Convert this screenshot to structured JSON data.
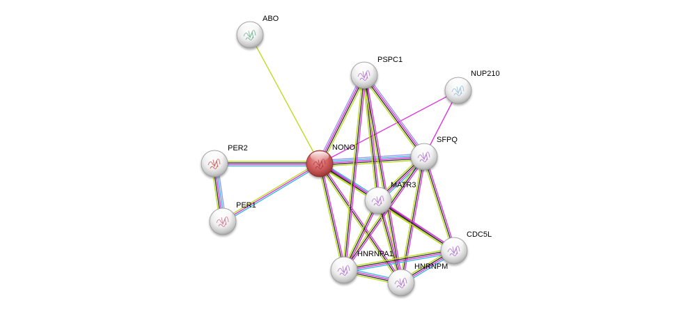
{
  "title": "Protein interaction network",
  "center_node": "NONO",
  "edge_colors": {
    "lightblue": "#9999ff",
    "cyan": "#33bbdd",
    "magenta": "#dd33dd",
    "black": "#333333",
    "yellowgreen": "#bbdd22"
  },
  "nodes": [
    {
      "id": "ABO",
      "label": "ABO",
      "color": "#ffffff",
      "glyph": "#66aa88",
      "query": false
    },
    {
      "id": "PSPC1",
      "label": "PSPC1",
      "color": "#ffffff",
      "glyph": "#aa66cc",
      "query": false
    },
    {
      "id": "NUP210",
      "label": "NUP210",
      "color": "#ffffff",
      "glyph": "#88bbdd",
      "query": false
    },
    {
      "id": "NONO",
      "label": "NONO",
      "color": "#cc4444",
      "glyph": "#aa3344",
      "query": true
    },
    {
      "id": "SFPQ",
      "label": "SFPQ",
      "color": "#ffffff",
      "glyph": "#aa66cc",
      "query": false
    },
    {
      "id": "PER2",
      "label": "PER2",
      "color": "#ffffff",
      "glyph": "#cc4444",
      "query": false
    },
    {
      "id": "PER1",
      "label": "PER1",
      "color": "#ffffff",
      "glyph": "#cc6688",
      "query": false
    },
    {
      "id": "MATR3",
      "label": "MATR3",
      "color": "#ffffff",
      "glyph": "#aa66cc",
      "query": false
    },
    {
      "id": "CDC5L",
      "label": "CDC5L",
      "color": "#ffffff",
      "glyph": "#aa66cc",
      "query": false
    },
    {
      "id": "HNRNPA1",
      "label": "HNRNPA1",
      "color": "#ffffff",
      "glyph": "#aa66cc",
      "query": false
    },
    {
      "id": "HNRNPM",
      "label": "HNRNPM",
      "color": "#ffffff",
      "glyph": "#aa66cc",
      "query": false
    }
  ],
  "edges": [
    {
      "source": "ABO",
      "target": "NONO",
      "evidence": [
        "yellowgreen"
      ]
    },
    {
      "source": "NONO",
      "target": "NUP210",
      "evidence": [
        "magenta"
      ]
    },
    {
      "source": "SFPQ",
      "target": "NUP210",
      "evidence": [
        "magenta"
      ]
    },
    {
      "source": "NONO",
      "target": "PSPC1",
      "evidence": [
        "lightblue",
        "magenta",
        "black",
        "yellowgreen"
      ]
    },
    {
      "source": "NONO",
      "target": "SFPQ",
      "evidence": [
        "lightblue",
        "cyan",
        "magenta",
        "black",
        "yellowgreen"
      ]
    },
    {
      "source": "NONO",
      "target": "PER2",
      "evidence": [
        "cyan",
        "magenta",
        "black",
        "yellowgreen"
      ]
    },
    {
      "source": "NONO",
      "target": "PER1",
      "evidence": [
        "cyan",
        "magenta",
        "yellowgreen"
      ]
    },
    {
      "source": "PER2",
      "target": "PER1",
      "evidence": [
        "lightblue",
        "cyan",
        "magenta",
        "black",
        "yellowgreen"
      ]
    },
    {
      "source": "NONO",
      "target": "MATR3",
      "evidence": [
        "cyan",
        "magenta",
        "black",
        "yellowgreen"
      ]
    },
    {
      "source": "NONO",
      "target": "CDC5L",
      "evidence": [
        "magenta",
        "black",
        "yellowgreen"
      ]
    },
    {
      "source": "NONO",
      "target": "HNRNPA1",
      "evidence": [
        "magenta",
        "black",
        "yellowgreen"
      ]
    },
    {
      "source": "NONO",
      "target": "HNRNPM",
      "evidence": [
        "magenta",
        "black",
        "yellowgreen"
      ]
    },
    {
      "source": "PSPC1",
      "target": "SFPQ",
      "evidence": [
        "lightblue",
        "magenta",
        "black",
        "yellowgreen"
      ]
    },
    {
      "source": "PSPC1",
      "target": "MATR3",
      "evidence": [
        "magenta",
        "black",
        "yellowgreen"
      ]
    },
    {
      "source": "PSPC1",
      "target": "HNRNPA1",
      "evidence": [
        "magenta",
        "black",
        "yellowgreen"
      ]
    },
    {
      "source": "PSPC1",
      "target": "HNRNPM",
      "evidence": [
        "magenta",
        "black",
        "yellowgreen"
      ]
    },
    {
      "source": "SFPQ",
      "target": "MATR3",
      "evidence": [
        "cyan",
        "magenta",
        "black",
        "yellowgreen"
      ]
    },
    {
      "source": "SFPQ",
      "target": "CDC5L",
      "evidence": [
        "magenta",
        "black",
        "yellowgreen"
      ]
    },
    {
      "source": "SFPQ",
      "target": "HNRNPA1",
      "evidence": [
        "magenta",
        "black",
        "yellowgreen"
      ]
    },
    {
      "source": "SFPQ",
      "target": "HNRNPM",
      "evidence": [
        "magenta",
        "black",
        "yellowgreen"
      ]
    },
    {
      "source": "MATR3",
      "target": "CDC5L",
      "evidence": [
        "magenta",
        "black",
        "yellowgreen"
      ]
    },
    {
      "source": "MATR3",
      "target": "HNRNPA1",
      "evidence": [
        "magenta",
        "black",
        "yellowgreen"
      ]
    },
    {
      "source": "MATR3",
      "target": "HNRNPM",
      "evidence": [
        "magenta",
        "black",
        "yellowgreen"
      ]
    },
    {
      "source": "CDC5L",
      "target": "HNRNPA1",
      "evidence": [
        "cyan",
        "magenta",
        "black",
        "yellowgreen"
      ]
    },
    {
      "source": "CDC5L",
      "target": "HNRNPM",
      "evidence": [
        "cyan",
        "magenta",
        "black",
        "yellowgreen"
      ]
    },
    {
      "source": "HNRNPA1",
      "target": "HNRNPM",
      "evidence": [
        "cyan",
        "magenta",
        "black",
        "yellowgreen"
      ]
    }
  ]
}
